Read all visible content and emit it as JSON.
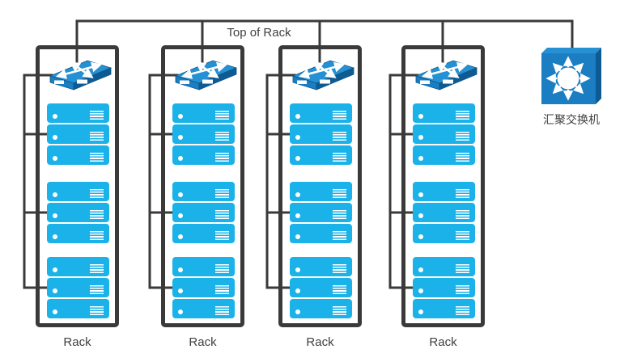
{
  "diagram": {
    "top_of_rack_label": "Top of Rack",
    "racks": [
      {
        "label": "Rack",
        "tor_switch_icon": "tor-switch",
        "server_groups": [
          3,
          3,
          3
        ]
      },
      {
        "label": "Rack",
        "tor_switch_icon": "tor-switch",
        "server_groups": [
          3,
          3,
          3
        ]
      },
      {
        "label": "Rack",
        "tor_switch_icon": "tor-switch",
        "server_groups": [
          3,
          3,
          3
        ]
      },
      {
        "label": "Rack",
        "tor_switch_icon": "tor-switch",
        "server_groups": [
          3,
          3,
          3
        ]
      }
    ],
    "aggregation_switch": {
      "label": "汇聚交换机",
      "icon": "aggregation-switch-cube"
    },
    "colors": {
      "server_fill": "#1ab2e8",
      "device_blue": "#1b7ec2",
      "device_blue_top": "#2590d2",
      "device_blue_dark": "#0e5a92",
      "wire": "#3a3a3a",
      "text": "#3f3f3f"
    }
  }
}
